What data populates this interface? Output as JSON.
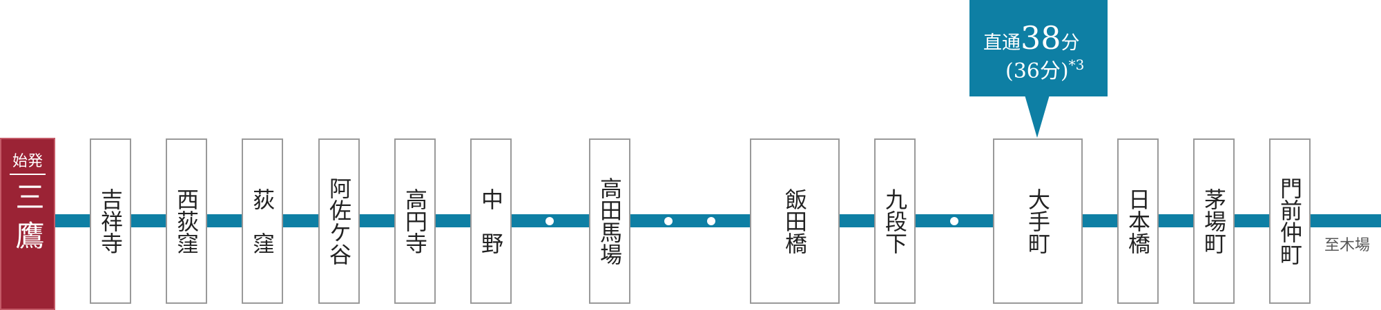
{
  "origin": {
    "badge": "始発",
    "name": "三鷹"
  },
  "stations": [
    {
      "name": "吉祥寺"
    },
    {
      "name": "西荻窪"
    },
    {
      "name": "荻　窪"
    },
    {
      "name": "阿佐ケ谷"
    },
    {
      "name": "高円寺"
    },
    {
      "name": "中　野"
    },
    {
      "name": "高田馬場"
    },
    {
      "name": "飯田橋"
    },
    {
      "name": "九段下"
    },
    {
      "name": "大手町"
    },
    {
      "name": "日本橋"
    },
    {
      "name": "茅場町"
    },
    {
      "name": "門前仲町"
    }
  ],
  "callout": {
    "prefix": "直通",
    "minutes": "38",
    "unit": "分",
    "alt": "(36分)",
    "note": "*3"
  },
  "destination": "至木場",
  "colors": {
    "line": "#0e7fa4",
    "origin": "#9b2335",
    "station_border": "#999999"
  }
}
